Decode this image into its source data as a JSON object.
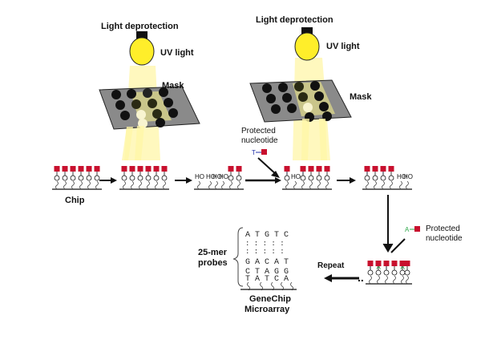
{
  "labels": {
    "light_deprotection_1": "Light deprotection",
    "light_deprotection_2": "Light deprotection",
    "uv_light_1": "UV light",
    "uv_light_2": "UV light",
    "mask_1": "Mask",
    "mask_2": "Mask",
    "protected_nucleotide_1_line1": "Protected",
    "protected_nucleotide_1_line2": "nucleotide",
    "protected_nucleotide_2_line1": "Protected",
    "protected_nucleotide_2_line2": "nucleotide",
    "chip": "Chip",
    "repeat": "Repeat",
    "probes_line1": "25-mer",
    "probes_line2": "probes",
    "genechip_line1": "GeneChip",
    "genechip_line2": "Microarray",
    "ho": "HO",
    "t_base": "T",
    "a_base": "A"
  },
  "probe_rows": [
    "A T  G T C",
    ":  :   :  :  :",
    ":  :   :  :  :",
    "G A  C A T",
    "C T  A  G G",
    "T A  T  C A"
  ],
  "colors": {
    "protecting_group": "#c8102e",
    "t_nucleotide": "#2233aa",
    "a_nucleotide": "#2ea84a",
    "bulb": "#ffee2a",
    "mask": "#8a8a8a",
    "light_beam": "#fff6a8"
  }
}
